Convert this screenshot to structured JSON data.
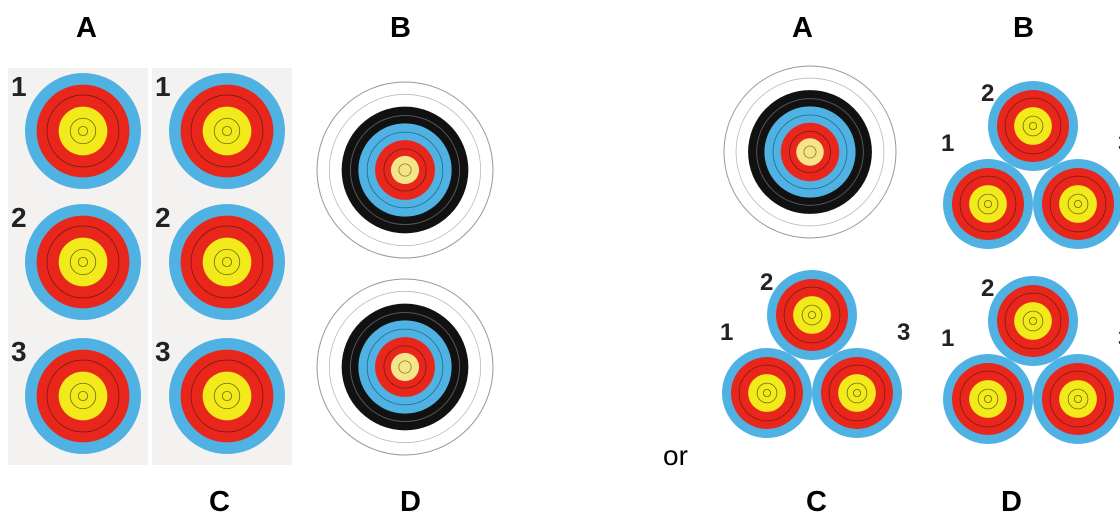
{
  "labels": {
    "left_A": "A",
    "left_B": "B",
    "left_C": "C",
    "left_D": "D",
    "right_A": "A",
    "right_B": "B",
    "right_C": "C",
    "right_D": "D",
    "or": "or"
  },
  "target_numbers": {
    "vertical": [
      "1",
      "2",
      "3"
    ],
    "triangle": [
      "1",
      "2",
      "3"
    ]
  },
  "colors": {
    "gold": "#f2ea1a",
    "red": "#e8261c",
    "blue": "#4fb2e2",
    "black": "#111111",
    "white": "#ffffff",
    "panel": "#f4f1f1"
  }
}
